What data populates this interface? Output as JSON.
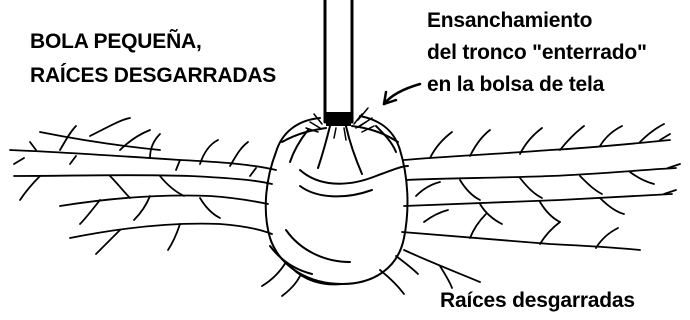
{
  "left_label": {
    "line1": "BOLA PEQUEÑA,",
    "line2": "RAÍCES DESGARRADAS"
  },
  "trunk_annotation": {
    "line1": "Ensanchamiento",
    "line2": "del tronco \"enterrado\"",
    "line3": "en la bolsa de tela"
  },
  "roots_label": "Raíces desgarradas",
  "colors": {
    "ink": "#000000",
    "background": "#ffffff"
  }
}
